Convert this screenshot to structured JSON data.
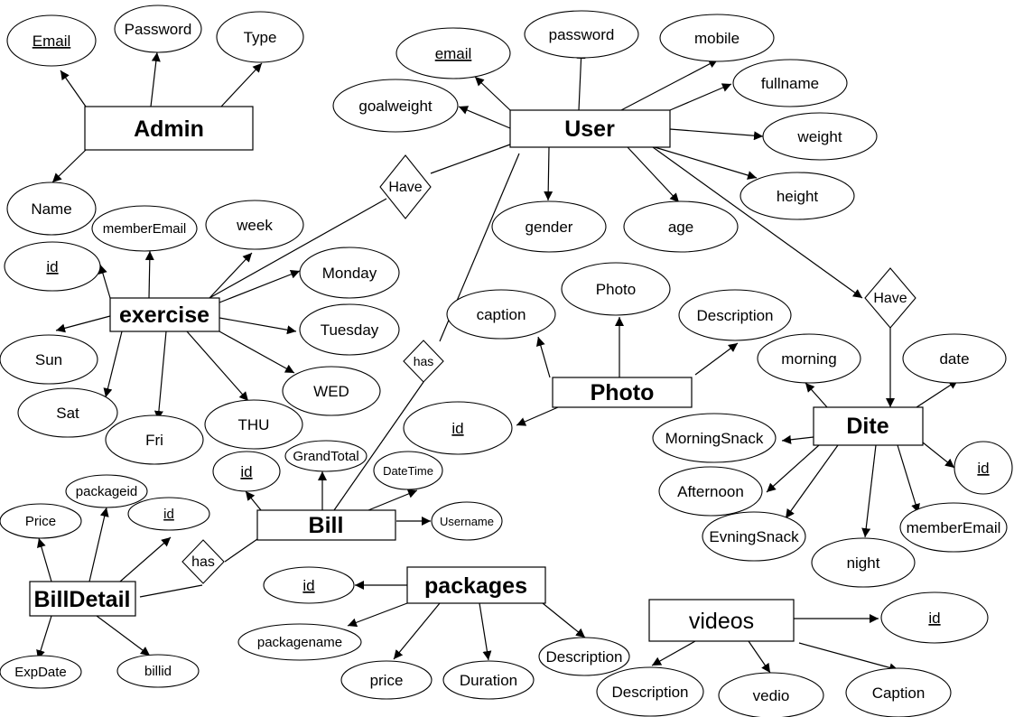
{
  "entities": {
    "admin": "Admin",
    "user": "User",
    "exercise": "exercise",
    "photo": "Photo",
    "dite": "Dite",
    "bill": "Bill",
    "billdetail": "BillDetail",
    "packages": "packages",
    "videos": "videos"
  },
  "relationships": {
    "have_user_exercise": "Have",
    "have_user_dite": "Have",
    "has_user_bill": "has",
    "has_bill_billdetail": "has"
  },
  "attributes": {
    "admin": {
      "email": "Email",
      "password": "Password",
      "type": "Type",
      "name": "Name"
    },
    "user": {
      "email": "email",
      "password": "password",
      "mobile": "mobile",
      "fullname": "fullname",
      "goalweight": "goalweight",
      "weight": "weight",
      "height": "height",
      "gender": "gender",
      "age": "age"
    },
    "exercise": {
      "id": "id",
      "memberEmail": "memberEmail",
      "week": "week",
      "monday": "Monday",
      "tuesday": "Tuesday",
      "wed": "WED",
      "thu": "THU",
      "fri": "Fri",
      "sat": "Sat",
      "sun": "Sun"
    },
    "photo": {
      "caption": "caption",
      "photo": "Photo",
      "description": "Description",
      "id": "id"
    },
    "dite": {
      "morning": "morning",
      "date": "date",
      "morningSnack": "MorningSnack",
      "afternoon": "Afternoon",
      "evningSnack": "EvningSnack",
      "night": "night",
      "memberEmail": "memberEmail",
      "id": "id"
    },
    "bill": {
      "id": "id",
      "grandTotal": "GrandTotal",
      "dateTime": "DateTime",
      "username": "Username"
    },
    "billdetail": {
      "price": "Price",
      "packageid": "packageid",
      "id": "id",
      "expDate": "ExpDate",
      "billid": "billid"
    },
    "packages": {
      "id": "id",
      "packagename": "packagename",
      "price": "price",
      "duration": "Duration",
      "description": "Description"
    },
    "videos": {
      "id": "id",
      "description": "Description",
      "vedio": "vedio",
      "caption": "Caption"
    }
  }
}
